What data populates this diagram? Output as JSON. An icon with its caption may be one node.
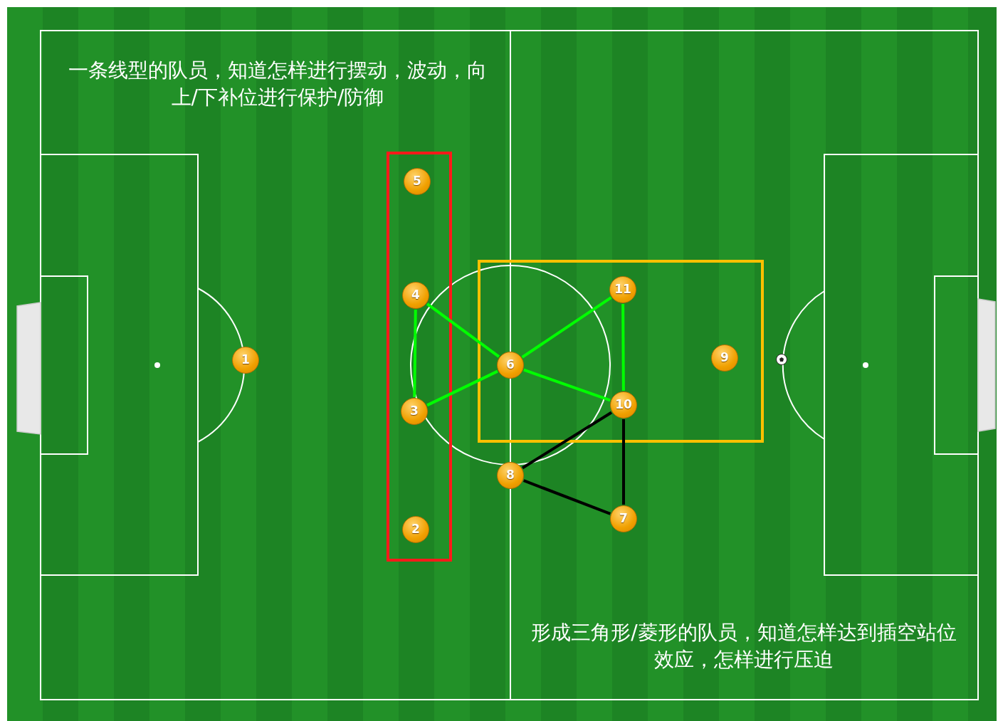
{
  "diagram": {
    "nodes": [
      {
        "text": [],
        "shape": "box"
      },
      {
        "text": [
          "5"
        ],
        "in": 0
      },
      {
        "text": [
          "4"
        ],
        "in": 0
      },
      {
        "text": [
          "3"
        ],
        "in": 0
      },
      {
        "text": [
          "2"
        ],
        "in": 0
      },
      {
        "text": [],
        "shape": "box"
      },
      {
        "text": [
          "11"
        ],
        "in": 5
      },
      {
        "text": [
          "6"
        ],
        "in": 5
      },
      {
        "text": [
          "9"
        ],
        "in": 5
      },
      {
        "text": [
          "10"
        ],
        "in": 5
      },
      {
        "text": [
          "1"
        ]
      },
      {
        "text": [
          "8"
        ]
      },
      {
        "text": [
          "7"
        ]
      }
    ],
    "edges": [
      {
        "from": 2,
        "to": 7,
        "arrow": "none"
      },
      {
        "from": 7,
        "to": 3,
        "arrow": "none"
      },
      {
        "from": 3,
        "to": 2,
        "arrow": "none"
      },
      {
        "from": 7,
        "to": 6,
        "arrow": "none"
      },
      {
        "from": 6,
        "to": 9,
        "arrow": "none"
      },
      {
        "from": 9,
        "to": 7,
        "arrow": "none"
      },
      {
        "from": 11,
        "to": 9,
        "arrow": "none",
        "color": "#000000"
      },
      {
        "from": 9,
        "to": 12,
        "arrow": "none",
        "color": "#000000"
      },
      {
        "from": 12,
        "to": 11,
        "arrow": "none",
        "color": "#000000"
      }
    ],
    "labels": [
      "一条线型的队员，知道怎样进行摆动，波动，向上/下补位进行保护/防御",
      "形成三角形/菱形的队员，知道怎样达到插空站位效应，怎样进行压迫"
    ]
  }
}
